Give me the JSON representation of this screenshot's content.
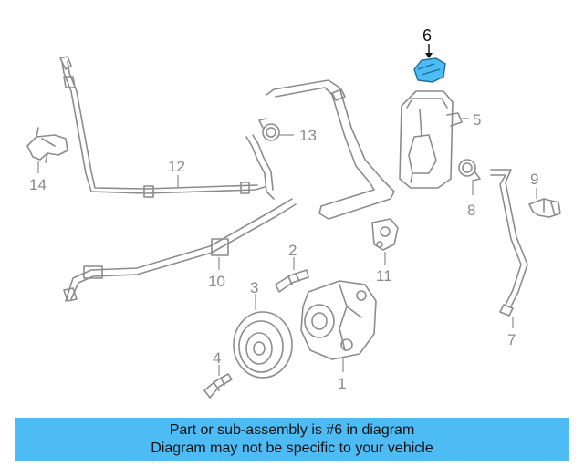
{
  "diagram": {
    "highlight_color": "#4dbcf5",
    "callouts": [
      {
        "id": "1",
        "label": "1"
      },
      {
        "id": "2",
        "label": "2"
      },
      {
        "id": "3",
        "label": "3"
      },
      {
        "id": "4",
        "label": "4"
      },
      {
        "id": "5",
        "label": "5"
      },
      {
        "id": "6",
        "label": "6",
        "highlighted": true
      },
      {
        "id": "7",
        "label": "7"
      },
      {
        "id": "8",
        "label": "8"
      },
      {
        "id": "9",
        "label": "9"
      },
      {
        "id": "10",
        "label": "10"
      },
      {
        "id": "11",
        "label": "11"
      },
      {
        "id": "12",
        "label": "12"
      },
      {
        "id": "13",
        "label": "13"
      },
      {
        "id": "14",
        "label": "14"
      }
    ]
  },
  "banner": {
    "line1": "Part or sub-assembly is #6 in diagram",
    "line2": "Diagram may not be specific to your vehicle",
    "background": "#4dbcf5"
  }
}
